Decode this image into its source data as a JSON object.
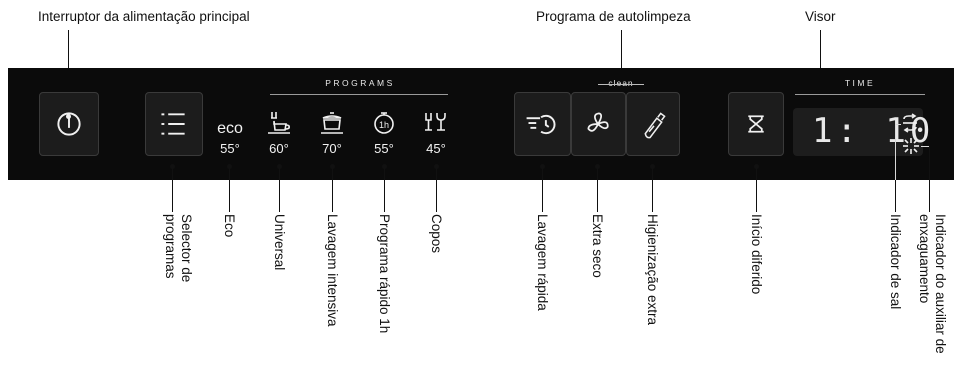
{
  "callouts_top": {
    "main_switch": "Interruptor da alimentação principal",
    "self_clean": "Programa de autolimpeza",
    "display": "Visor"
  },
  "panel": {
    "programs_label": "PROGRAMS",
    "clean_label": "clean",
    "time_label": "TIME",
    "programs": [
      {
        "name": "eco",
        "temp": "55°"
      },
      {
        "icon": "cup-icon",
        "temp": "60°"
      },
      {
        "icon": "pot-icon",
        "temp": "70°"
      },
      {
        "icon": "timer-1h-icon",
        "temp": "55°"
      },
      {
        "icon": "glasses-icon",
        "temp": "45°"
      }
    ],
    "display_text": "1: 10",
    "buttons": [
      "power-button",
      "program-selector-button",
      "quick-wash-button",
      "extra-dry-button",
      "extra-hygiene-button",
      "delay-start-button"
    ]
  },
  "callouts_bottom": {
    "program_selector": "Selector de programas",
    "eco": "Eco",
    "universal": "Universal",
    "intensive": "Lavagem intensiva",
    "quick_1h": "Programa rápido 1h",
    "glasses": "Copos",
    "quick_wash": "Lavagem rápida",
    "extra_dry": "Extra seco",
    "extra_hygiene": "Higienização extra",
    "delay_start": "Início diferido",
    "salt": "Indicador de sal",
    "rinse_aid": "Indicador do auxiliar de enxaguamento"
  }
}
